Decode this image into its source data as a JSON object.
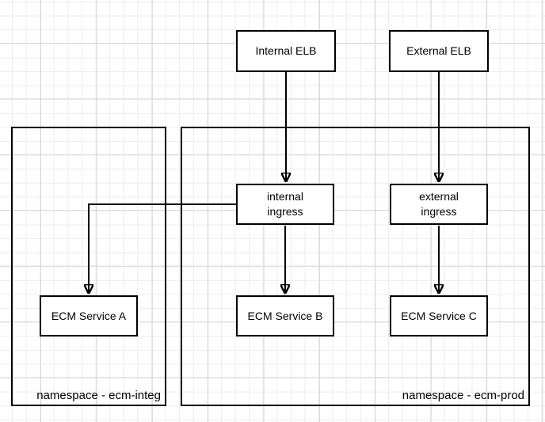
{
  "diagram": {
    "colors": {
      "stroke": "#000000",
      "node_fill": "#ffffff",
      "grid_minor": "#ececec",
      "grid_major": "#d9d9d9",
      "background": "#ffffff"
    },
    "containers": [
      {
        "id": "ecm-integ",
        "label": "namespace - ecm-integ"
      },
      {
        "id": "ecm-prod",
        "label": "namespace - ecm-prod"
      }
    ],
    "nodes": [
      {
        "id": "internal-elb",
        "label": "Internal ELB"
      },
      {
        "id": "external-elb",
        "label": "External ELB"
      },
      {
        "id": "internal-ingress",
        "label": "internal\ningress"
      },
      {
        "id": "external-ingress",
        "label": "external\ningress"
      },
      {
        "id": "ecm-service-a",
        "label": "ECM Service A"
      },
      {
        "id": "ecm-service-b",
        "label": "ECM Service B"
      },
      {
        "id": "ecm-service-c",
        "label": "ECM Service C"
      }
    ],
    "edges": [
      {
        "from": "internal-elb",
        "to": "internal-ingress"
      },
      {
        "from": "external-elb",
        "to": "external-ingress"
      },
      {
        "from": "internal-ingress",
        "to": "ecm-service-b"
      },
      {
        "from": "external-ingress",
        "to": "ecm-service-c"
      },
      {
        "from": "internal-ingress",
        "to": "ecm-service-a"
      }
    ]
  }
}
